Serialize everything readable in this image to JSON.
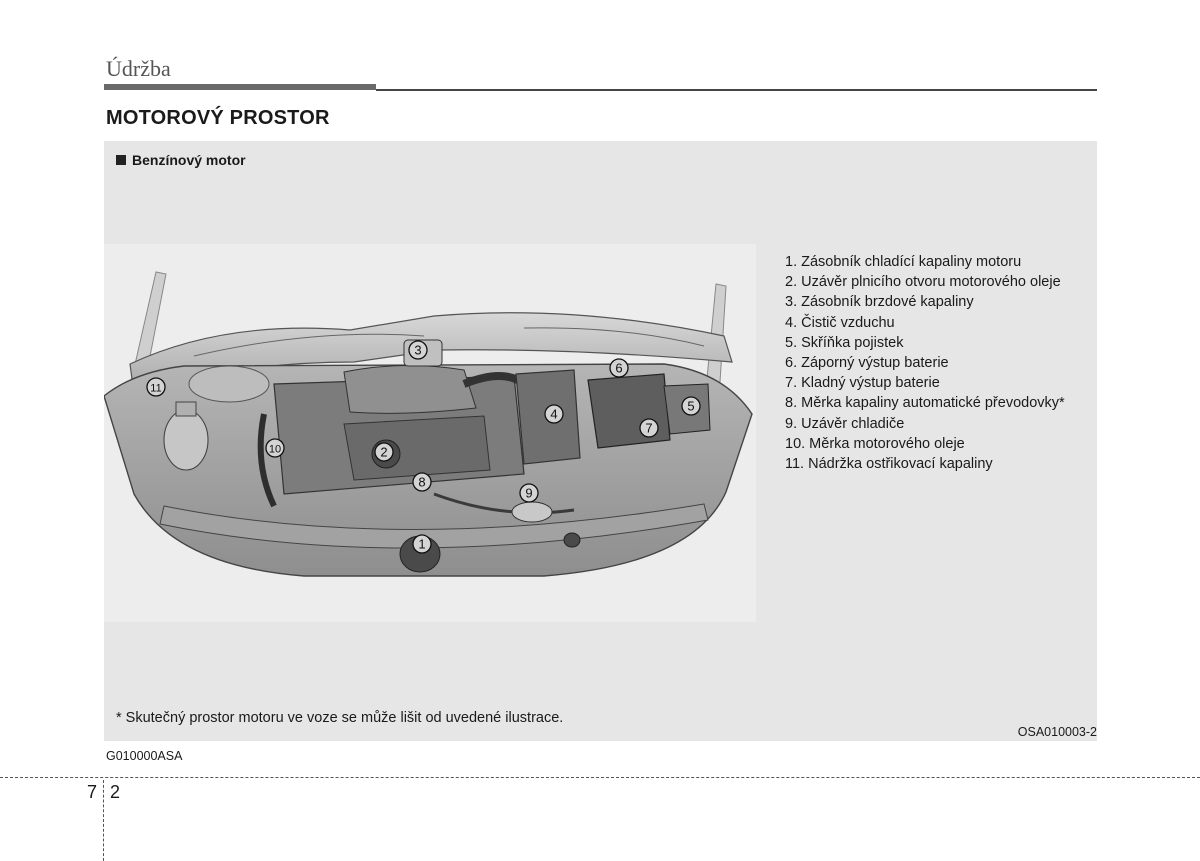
{
  "header": {
    "section": "Údržba",
    "heading": "MOTOROVÝ PROSTOR"
  },
  "figure": {
    "label": "Benzínový motor",
    "callouts": [
      "1",
      "2",
      "3",
      "4",
      "5",
      "6",
      "7",
      "8",
      "9",
      "10",
      "11"
    ],
    "legend": [
      "1. Zásobník chladící kapaliny motoru",
      "2. Uzávěr plnicího otvoru motorového oleje",
      "3. Zásobník brzdové kapaliny",
      "4. Čistič vzduchu",
      "5. Skříňka pojistek",
      "6. Záporný výstup baterie",
      "7. Kladný výstup baterie",
      "8. Měrka kapaliny automatické převodovky*",
      "9. Uzávěr chladiče",
      "10. Měrka motorového oleje",
      "11. Nádržka ostřikovací kapaliny"
    ],
    "footnote": "* Skutečný prostor motoru ve voze se může lišit od uvedené ilustrace.",
    "code": "OSA010003-2"
  },
  "doc_code": "G010000ASA",
  "page": {
    "chapter": "7",
    "number": "2"
  }
}
